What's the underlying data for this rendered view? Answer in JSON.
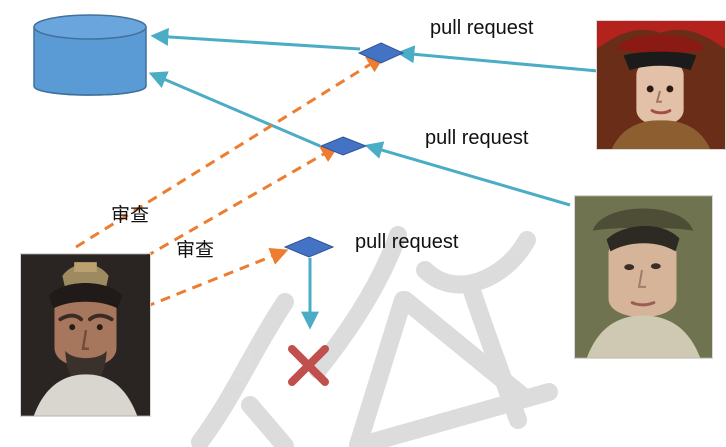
{
  "labels": {
    "pull_request_1": "pull request",
    "pull_request_2": "pull request",
    "pull_request_3": "pull request",
    "review_1": "审查",
    "review_2": "审查"
  },
  "colors": {
    "accent_blue": "#5b9bd5",
    "line_teal": "#4bacc6",
    "review_orange": "#ed7d31",
    "reject_red": "#c0504d",
    "diamond_blue": "#4472c4",
    "watermark_gray": "#d9d9d9"
  },
  "icons": {
    "repository": "repository-cylinder-icon",
    "reject": "reject-x-icon",
    "pull_request_node": "diamond-node-icon"
  },
  "portraits": {
    "reviewer": "reviewer-portrait",
    "contributor_1": "contributor-portrait-top",
    "contributor_2": "contributor-portrait-bottom"
  }
}
